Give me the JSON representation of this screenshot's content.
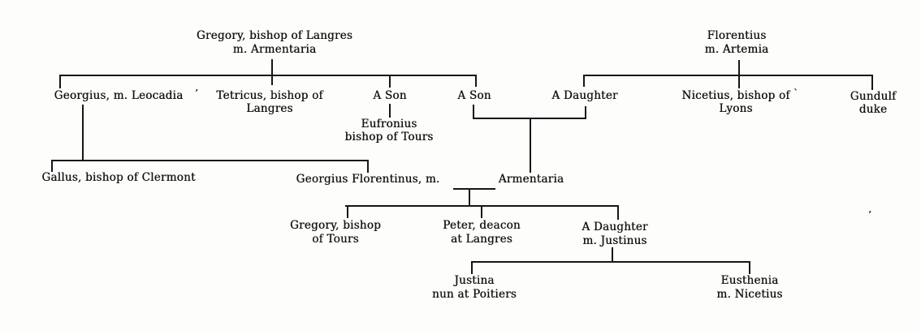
{
  "diagram_type": "genealogical family tree (scanned book diagram)",
  "colors": {
    "ink": "#161616",
    "paper": "#fdfdfb"
  },
  "persons": {
    "gregory_langres": {
      "line1": "Gregory, bishop of Langres",
      "line2": "m. Armentaria"
    },
    "florentius": {
      "line1": "Florentius",
      "line2": "m. Artemia"
    },
    "georgius": {
      "line1": "Georgius, m. Leocadia"
    },
    "tetricus": {
      "line1": "Tetricus, bishop of",
      "line2": "Langres"
    },
    "son1": {
      "line1": "A Son"
    },
    "son2": {
      "line1": "A Son"
    },
    "daughter1": {
      "line1": "A Daughter"
    },
    "nicetius": {
      "line1": "Nicetius, bishop of",
      "line2": "Lyons"
    },
    "gundulf": {
      "line1": "Gundulf",
      "line2": "duke"
    },
    "eufronius": {
      "line1": "Eufronius",
      "line2": "bishop of Tours"
    },
    "gallus": {
      "line1": "Gallus, bishop of Clermont"
    },
    "georgius_florentinus": {
      "line1": "Georgius Florentinus, m."
    },
    "armentaria_jr": {
      "line1": "Armentaria"
    },
    "gregory_tours": {
      "line1": "Gregory, bishop",
      "line2": "of Tours"
    },
    "peter": {
      "line1": "Peter, deacon",
      "line2": "at Langres"
    },
    "daughter2": {
      "line1": "A Daughter",
      "line2": "m. Justinus"
    },
    "justina": {
      "line1": "Justina",
      "line2": "nun at Poitiers"
    },
    "eusthenia": {
      "line1": "Eusthenia",
      "line2": "m. Nicetius"
    }
  },
  "relations": [
    {
      "parents": [
        "Gregory, bishop of Langres",
        "Armentaria"
      ],
      "children": [
        "Georgius, m. Leocadia",
        "Tetricus, bishop of Langres",
        "A Son",
        "A Son"
      ]
    },
    {
      "parents": [
        "Florentius",
        "Artemia"
      ],
      "children": [
        "A Daughter",
        "Nicetius, bishop of Lyons",
        "Gundulf duke"
      ]
    },
    {
      "parents": [
        "A Son (first, of Gregory of Langres)"
      ],
      "children": [
        "Eufronius bishop of Tours"
      ]
    },
    {
      "parents": [
        "A Son (second, of Gregory of Langres)",
        "A Daughter (of Florentius)"
      ],
      "children": [
        "Armentaria"
      ]
    },
    {
      "parents": [
        "Georgius",
        "Leocadia"
      ],
      "children": [
        "Gallus, bishop of Clermont",
        "Georgius Florentinus"
      ]
    },
    {
      "parents": [
        "Georgius Florentinus",
        "Armentaria"
      ],
      "children": [
        "Gregory, bishop of Tours",
        "Peter, deacon at Langres",
        "A Daughter m. Justinus"
      ]
    },
    {
      "parents": [
        "A Daughter",
        "Justinus"
      ],
      "children": [
        "Justina nun at Poitiers",
        "Eusthenia m. Nicetius"
      ]
    }
  ],
  "artifacts": [
    {
      "glyph": "’"
    },
    {
      "glyph": "`"
    },
    {
      "glyph": "’"
    }
  ]
}
